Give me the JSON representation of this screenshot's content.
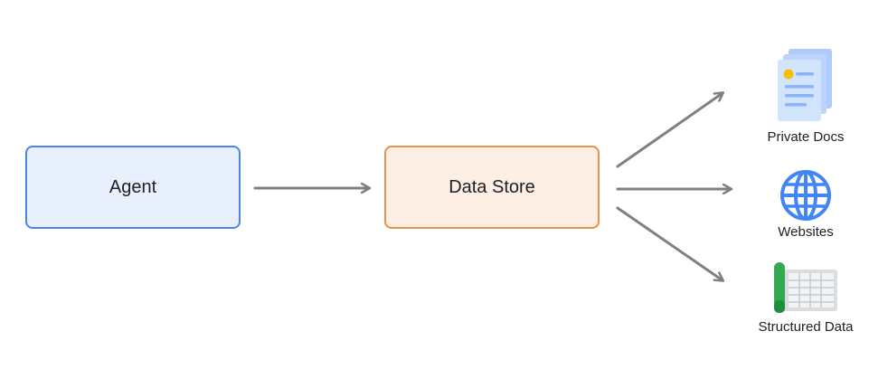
{
  "nodes": {
    "agent": {
      "label": "Agent",
      "fill": "#e8f0fe",
      "stroke": "#4a86e8"
    },
    "data_store": {
      "label": "Data Store",
      "fill": "#fdefe3",
      "stroke": "#e8914a"
    }
  },
  "sources": [
    {
      "label": "Private Docs",
      "icon": "document-icon"
    },
    {
      "label": "Websites",
      "icon": "globe-icon"
    },
    {
      "label": "Structured Data",
      "icon": "spreadsheet-icon"
    }
  ],
  "colors": {
    "arrow": "#808080",
    "doc_page": "#aecbfa",
    "doc_front": "#d2e3fc",
    "doc_lines": "#8ab4f8",
    "doc_dot": "#fbbc04",
    "globe": "#4285f4",
    "sheet_green": "#34a853",
    "sheet_grey": "#dadce0"
  }
}
